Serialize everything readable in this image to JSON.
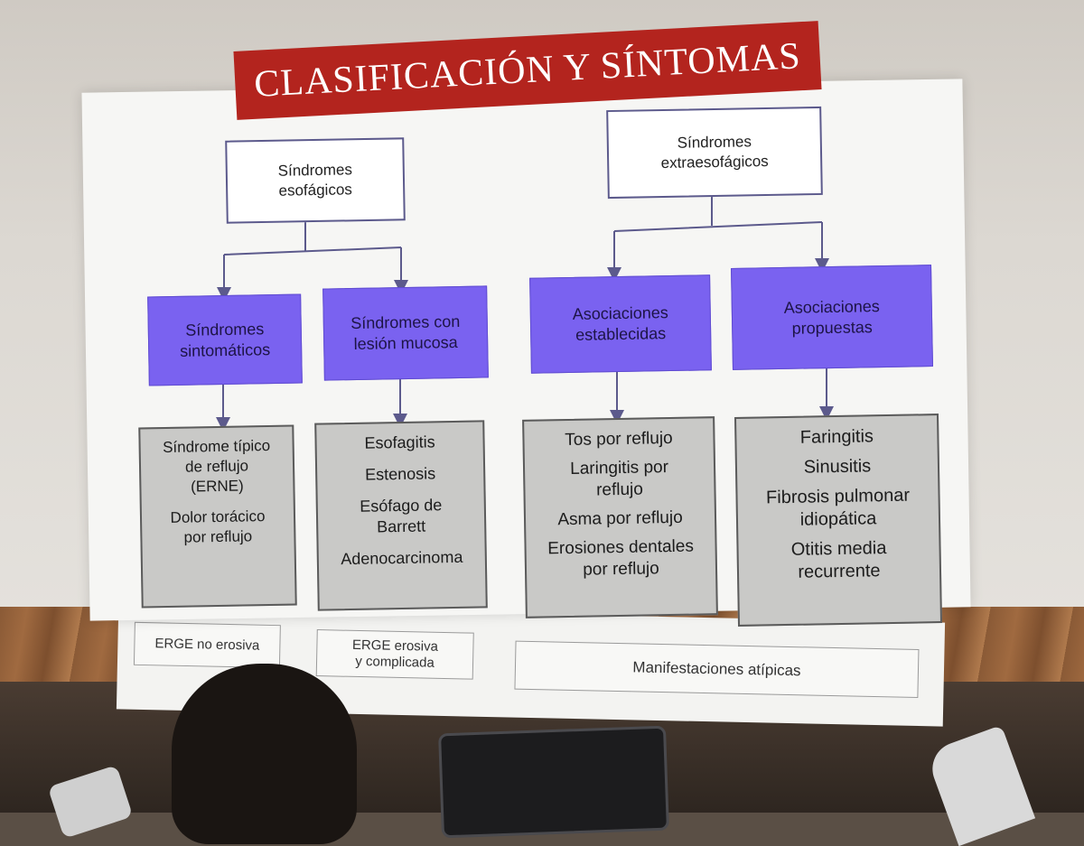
{
  "title": "CLASIFICACIÓN Y SÍNTOMAS",
  "top_nodes": {
    "esofagicos": "Síndromes\nesofágicos",
    "extraesofagicos": "Síndromes\nextraesofágicos"
  },
  "categories": [
    {
      "label": "Síndromes\nsintomáticos"
    },
    {
      "label": "Síndromes con\nlesión mucosa"
    },
    {
      "label": "Asociaciones\nestablecidas"
    },
    {
      "label": "Asociaciones\npropuestas"
    }
  ],
  "details": [
    {
      "items": [
        "Síndrome típico\nde reflujo\n(ERNE)",
        "Dolor torácico\npor reflujo"
      ]
    },
    {
      "items": [
        "Esofagitis",
        "Estenosis",
        "Esófago de\nBarrett",
        "Adenocarcinoma"
      ]
    },
    {
      "items": [
        "Tos por reflujo",
        "Laringitis por\nreflujo",
        "Asma por reflujo",
        "Erosiones dentales\npor reflujo"
      ]
    },
    {
      "items": [
        "Faringitis",
        "Sinusitis",
        "Fibrosis pulmonar\nidiopática",
        "Otitis media\nrecurrente"
      ]
    }
  ],
  "legend": [
    "ERGE no erosiva",
    "ERGE erosiva\ny complicada",
    "Manifestaciones atípicas"
  ],
  "colors": {
    "title_red": "#b3241e",
    "category_purple": "#7a62f0",
    "detail_grey": "#c9c9c7"
  }
}
